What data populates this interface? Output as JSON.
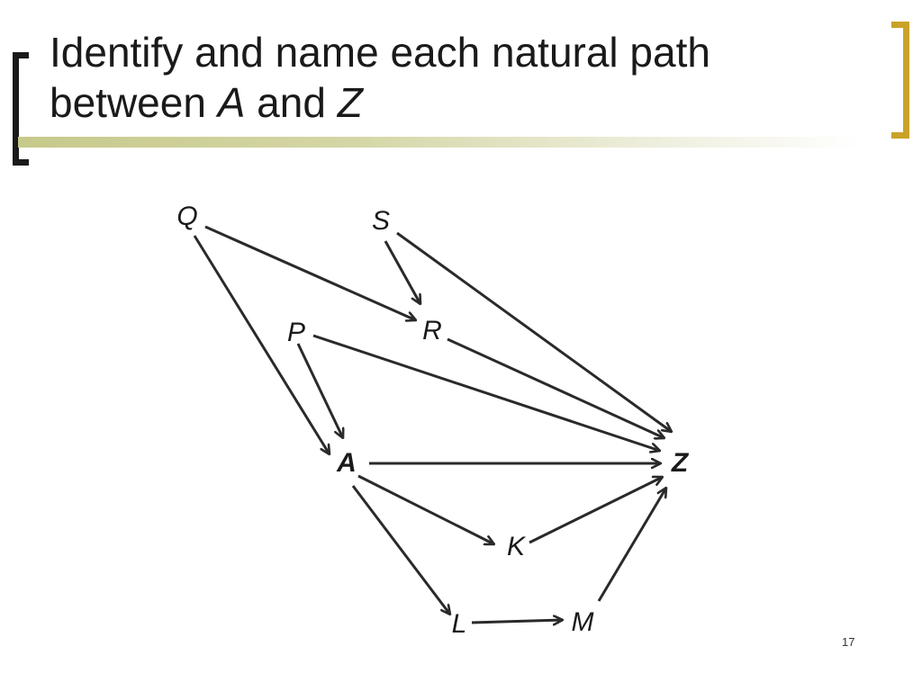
{
  "slide": {
    "title_line1": "Identify and name each natural path",
    "title_line2_prefix": "between ",
    "title_var_a": "A",
    "title_and": " and ",
    "title_var_z": "Z",
    "page_number": "17"
  },
  "diagram": {
    "nodes": [
      {
        "id": "Q",
        "label": "Q",
        "bold": false
      },
      {
        "id": "S",
        "label": "S",
        "bold": false
      },
      {
        "id": "R",
        "label": "R",
        "bold": false
      },
      {
        "id": "P",
        "label": "P",
        "bold": false
      },
      {
        "id": "A",
        "label": "A",
        "bold": true
      },
      {
        "id": "Z",
        "label": "Z",
        "bold": true
      },
      {
        "id": "K",
        "label": "K",
        "bold": false
      },
      {
        "id": "L",
        "label": "L",
        "bold": false
      },
      {
        "id": "M",
        "label": "M",
        "bold": false
      }
    ],
    "edges": [
      {
        "from": "Q",
        "to": "R"
      },
      {
        "from": "Q",
        "to": "A"
      },
      {
        "from": "S",
        "to": "R"
      },
      {
        "from": "S",
        "to": "Z"
      },
      {
        "from": "R",
        "to": "Z"
      },
      {
        "from": "P",
        "to": "A"
      },
      {
        "from": "P",
        "to": "Z"
      },
      {
        "from": "A",
        "to": "Z"
      },
      {
        "from": "A",
        "to": "K"
      },
      {
        "from": "A",
        "to": "L"
      },
      {
        "from": "K",
        "to": "Z"
      },
      {
        "from": "L",
        "to": "M"
      },
      {
        "from": "M",
        "to": "Z"
      }
    ],
    "colors": {
      "ink": "#2a2a2a",
      "accent_bracket": "#c9a227"
    }
  }
}
